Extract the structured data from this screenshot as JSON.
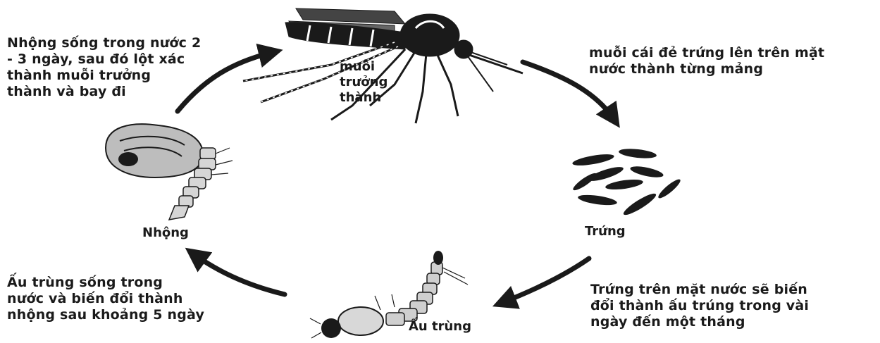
{
  "texts": {
    "pupa_desc": [
      "Nhộng sống trong nước 2",
      "- 3 ngày, sau đó lột xác",
      "thành muỗi trưởng",
      "thành và bay đi"
    ],
    "egg_desc": [
      "muỗi cái đẻ trứng lên trên mặt",
      "nước thành từng mảng"
    ],
    "larva_desc": [
      "Ấu trùng sống trong",
      "nước và biến đổi thành",
      "nhộng sau khoảng 5 ngày"
    ],
    "egg_to_larva_desc": [
      "Trứng trên mặt nước sẽ biến",
      "đổi thành ấu trúng trong vài",
      "ngày đến một tháng"
    ]
  },
  "stages": {
    "adult": [
      "muỗi",
      "trưởng",
      "thành"
    ],
    "egg": "Trứng",
    "larva": "Ấu trùng",
    "pupa": "Nhộng"
  },
  "icons": [
    "mosquito-icon",
    "eggs-icon",
    "larva-icon",
    "pupa-icon"
  ],
  "colors": {
    "ink": "#1a1a1a",
    "background": "#ffffff"
  }
}
